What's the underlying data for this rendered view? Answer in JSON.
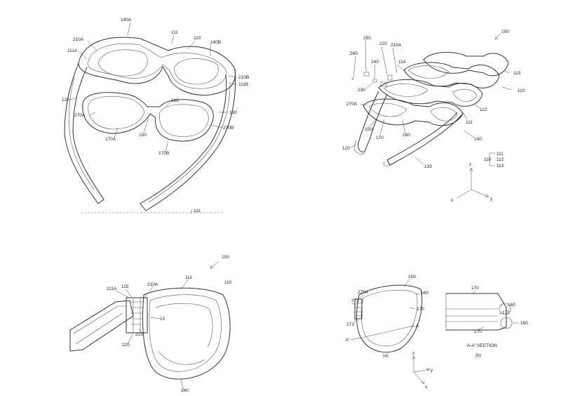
{
  "fig1": {
    "labels": [
      "140A",
      "111",
      "110",
      "140B",
      "210A",
      "111A",
      "210B",
      "111B",
      "120",
      "160",
      "130",
      "270A",
      "270B",
      "150",
      "170A",
      "170B",
      "111"
    ]
  },
  "fig2": {
    "labels": [
      "100",
      "250",
      "220",
      "210A",
      "260",
      "240",
      "114",
      "113",
      "230",
      "110",
      "270A",
      "111",
      "112",
      "150",
      "170",
      "160",
      "140",
      "120",
      "130",
      "111",
      "112",
      "113",
      "110"
    ],
    "axes": [
      "z",
      "x",
      "y"
    ]
  },
  "fig3": {
    "labels": [
      "100",
      "111",
      "110",
      "111A",
      "115",
      "210A",
      "10",
      "221",
      "220",
      "140"
    ]
  },
  "fig4": {
    "labels": [
      "150",
      "270A",
      "160",
      "272",
      "170",
      "271",
      "A",
      "A'",
      "170",
      "160",
      "171",
      "160",
      "170",
      "A-A' SECTION",
      "(a)",
      "(b)"
    ],
    "axes": [
      "z",
      "y",
      "x"
    ]
  }
}
